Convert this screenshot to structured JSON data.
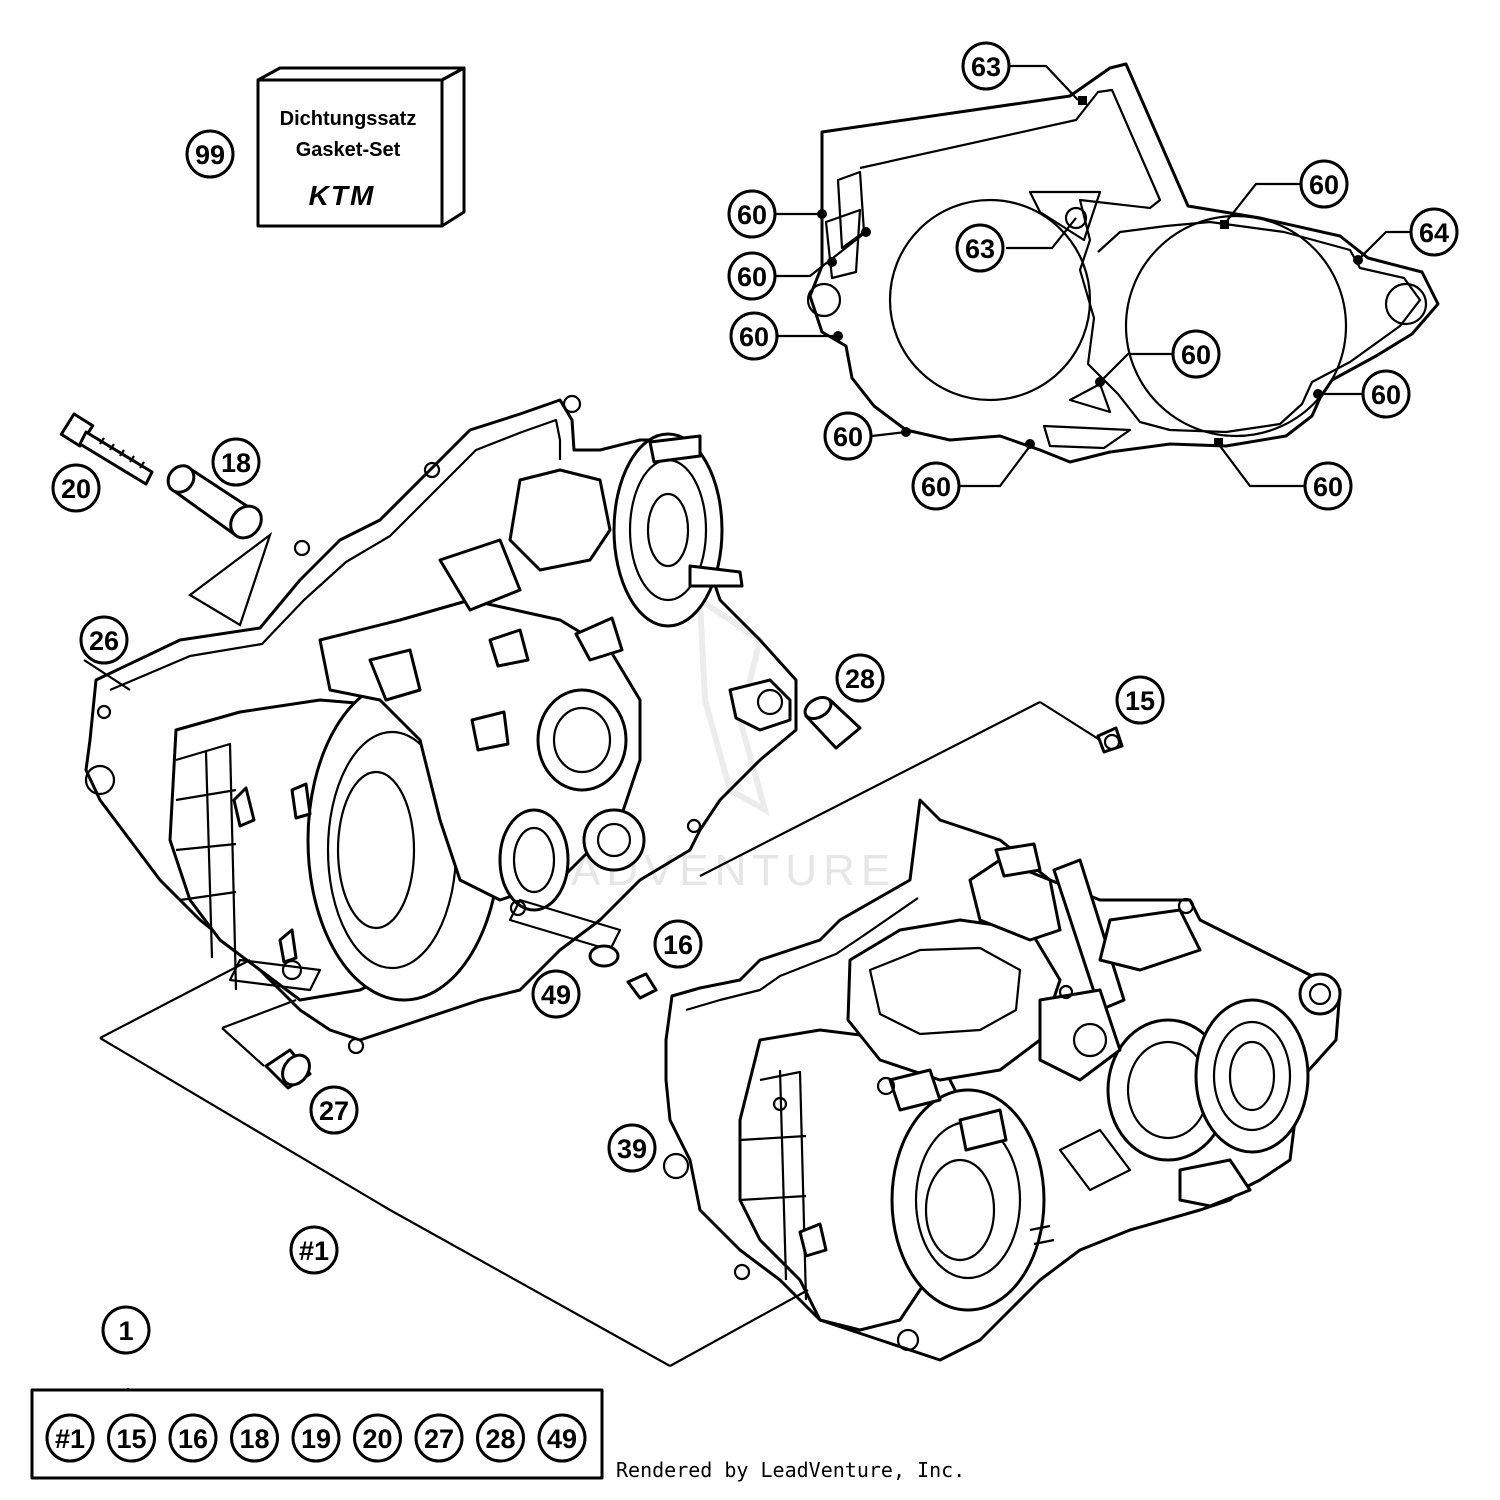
{
  "gasket_set": {
    "line1": "Dichtungssatz",
    "line2": "Gasket-Set",
    "logo": "KTM"
  },
  "callouts": [
    {
      "id": "c99",
      "label": "99"
    },
    {
      "id": "c63a",
      "label": "63"
    },
    {
      "id": "c63b",
      "label": "63"
    },
    {
      "id": "c64",
      "label": "64"
    },
    {
      "id": "c60a",
      "label": "60"
    },
    {
      "id": "c60b",
      "label": "60"
    },
    {
      "id": "c60c",
      "label": "60"
    },
    {
      "id": "c60d",
      "label": "60"
    },
    {
      "id": "c60e",
      "label": "60"
    },
    {
      "id": "c60f",
      "label": "60"
    },
    {
      "id": "c60g",
      "label": "60"
    },
    {
      "id": "c60h",
      "label": "60"
    },
    {
      "id": "c60i",
      "label": "60"
    },
    {
      "id": "c18",
      "label": "18"
    },
    {
      "id": "c20",
      "label": "20"
    },
    {
      "id": "c26",
      "label": "26"
    },
    {
      "id": "c28",
      "label": "28"
    },
    {
      "id": "c15",
      "label": "15"
    },
    {
      "id": "c16",
      "label": "16"
    },
    {
      "id": "c49",
      "label": "49"
    },
    {
      "id": "c27",
      "label": "27"
    },
    {
      "id": "c39",
      "label": "39"
    },
    {
      "id": "cH1",
      "label": "#1"
    },
    {
      "id": "c1",
      "label": "1"
    }
  ],
  "kit_contents": [
    "#1",
    "15",
    "16",
    "18",
    "19",
    "20",
    "27",
    "28",
    "49"
  ],
  "watermark": "LEADVENTURE",
  "credit": "Rendered by LeadVenture, Inc."
}
